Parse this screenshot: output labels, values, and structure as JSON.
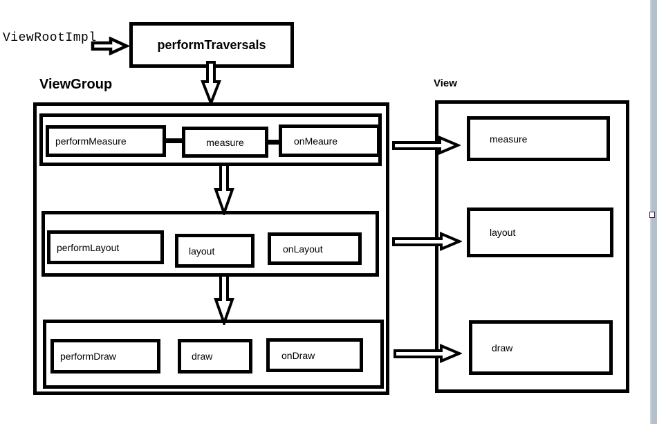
{
  "diagram": {
    "source_label": "ViewRootImpl",
    "entry_box": "performTraversals",
    "viewgroup": {
      "title": "ViewGroup",
      "rows": [
        {
          "name": "measure-row",
          "boxes": [
            "performMeasure",
            "measure",
            "onMeaure"
          ]
        },
        {
          "name": "layout-row",
          "boxes": [
            "performLayout",
            "layout",
            "onLayout"
          ]
        },
        {
          "name": "draw-row",
          "boxes": [
            "performDraw",
            "draw",
            "onDraw"
          ]
        }
      ]
    },
    "view": {
      "title": "View",
      "boxes": [
        "measure",
        "layout",
        "draw"
      ]
    },
    "icons": [
      "right-arrow-icon",
      "down-arrow-icon"
    ],
    "colors": {
      "stroke": "#000000",
      "fill": "#ffffff",
      "canvas_edge": "#b3bfcb",
      "handle_border": "#3c2040"
    }
  }
}
